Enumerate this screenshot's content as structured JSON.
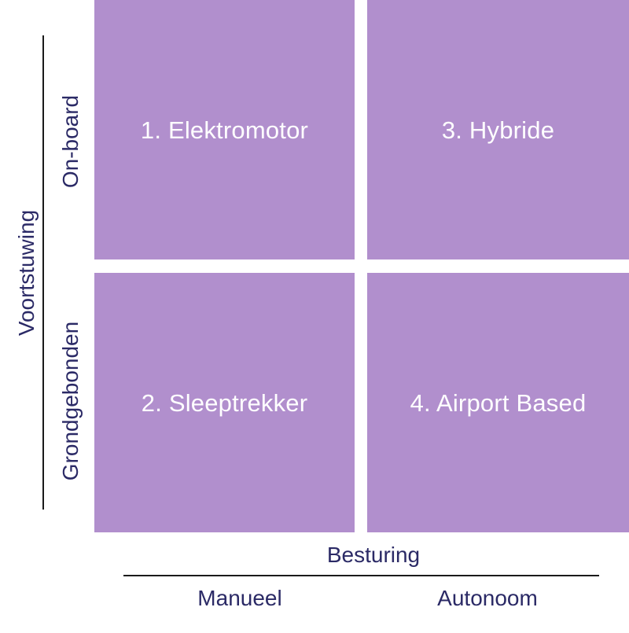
{
  "colors": {
    "cell_fill": "#b18fcd",
    "cell_text": "#ffffff",
    "axis_text": "#2b2a66",
    "axis_line": "#1a1a1a"
  },
  "cells": {
    "top_left": "1. Elektromotor",
    "bottom_left": "2. Sleeptrekker",
    "top_right": "3. Hybride",
    "bottom_right": "4. Airport Based"
  },
  "y_axis": {
    "label": "Voortstuwing",
    "top": "On-board",
    "bottom": "Grondgebonden"
  },
  "x_axis": {
    "label": "Besturing",
    "left": "Manueel",
    "right": "Autonoom"
  }
}
